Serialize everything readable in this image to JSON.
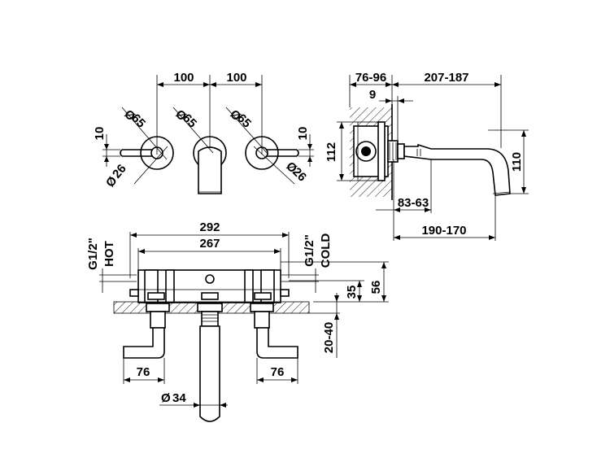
{
  "dims": {
    "top_spacing_left": "100",
    "top_spacing_right": "100",
    "dia_65_left": "65",
    "dia_65_mid": "65",
    "dia_65_right": "65",
    "ten_left": "10",
    "ten_right": "10",
    "dia_26_left": "26",
    "dia_26_right": "26",
    "side_76_96": "76-96",
    "side_207_187": "207-187",
    "side_9": "9",
    "side_112": "112",
    "side_110": "110",
    "side_83_63": "83-63",
    "side_190_170": "190-170",
    "front_292": "292",
    "front_267": "267",
    "hot_thread": "G1/2\"",
    "hot_label": "HOT",
    "cold_thread": "G1/2\"",
    "cold_label": "COLD",
    "front_35": "35",
    "front_56": "56",
    "front_20_40": "20-40",
    "handle_76_left": "76",
    "handle_76_right": "76",
    "spout_dia": "34",
    "dia_symbol": "Ø"
  }
}
